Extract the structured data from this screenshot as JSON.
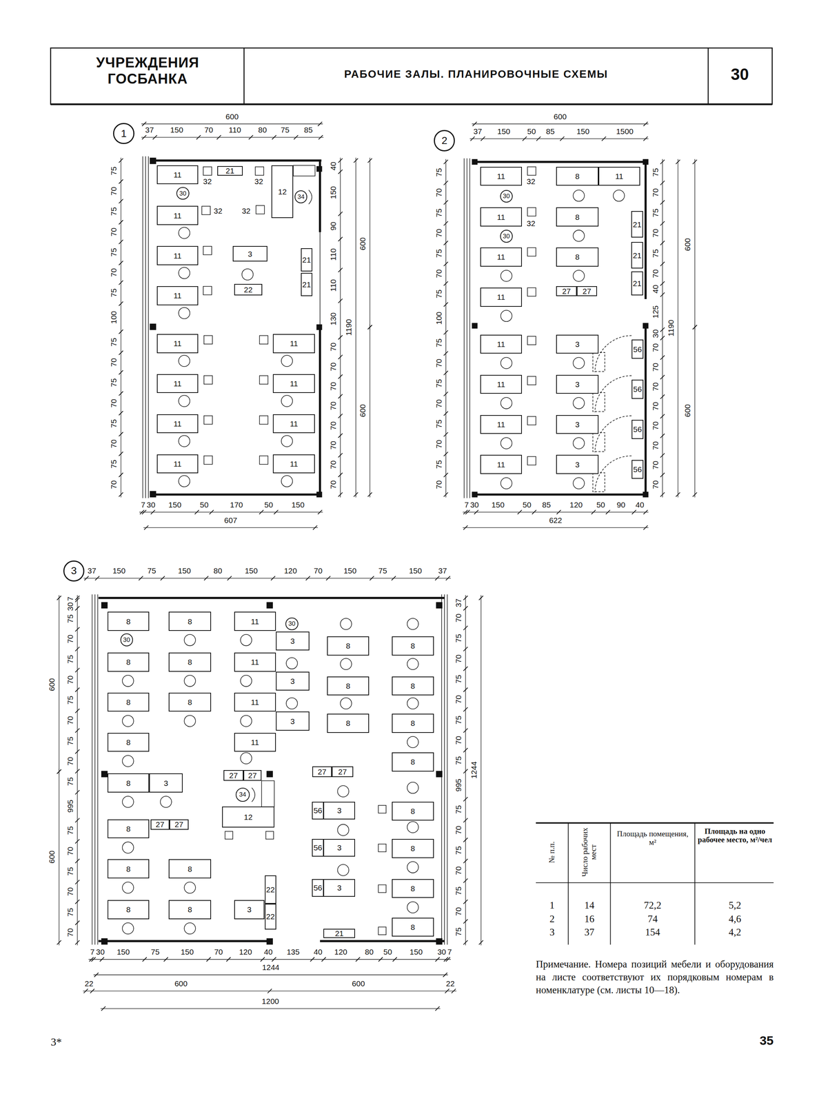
{
  "diagram": {
    "title": "РАБОЧИЕ ЗАЛЫ. ПЛАНИРОВОЧНЫЕ СХЕМЫ",
    "nodes": [
      {
        "text": [
          "1"
        ]
      },
      {
        "text": [
          "2"
        ]
      },
      {
        "text": [
          "3"
        ]
      },
      {
        "text": [
          "11"
        ]
      },
      {
        "text": [
          "21"
        ]
      },
      {
        "text": [
          "12"
        ]
      },
      {
        "text": [
          "30"
        ]
      },
      {
        "text": [
          "34"
        ]
      },
      {
        "text": [
          "11"
        ]
      },
      {
        "text": [
          "3"
        ]
      },
      {
        "text": [
          "21"
        ]
      },
      {
        "text": [
          "11"
        ]
      },
      {
        "text": [
          "21"
        ]
      },
      {
        "text": [
          "22"
        ]
      },
      {
        "text": [
          "11"
        ]
      },
      {
        "text": [
          "11"
        ]
      },
      {
        "text": [
          "11"
        ]
      },
      {
        "text": [
          "11"
        ]
      },
      {
        "text": [
          "11"
        ]
      },
      {
        "text": [
          "11"
        ]
      },
      {
        "text": [
          "11"
        ]
      },
      {
        "text": [
          "11"
        ]
      },
      {
        "text": [
          "11"
        ]
      },
      {
        "text": [
          "11"
        ]
      },
      {
        "text": [
          "8"
        ]
      },
      {
        "text": [
          "11"
        ]
      },
      {
        "text": [
          "30"
        ]
      },
      {
        "text": [
          "11"
        ]
      },
      {
        "text": [
          "8"
        ]
      },
      {
        "text": [
          "21"
        ]
      },
      {
        "text": [
          "30"
        ]
      },
      {
        "text": [
          "11"
        ]
      },
      {
        "text": [
          "8"
        ]
      },
      {
        "text": [
          "21"
        ]
      },
      {
        "text": [
          "11"
        ]
      },
      {
        "text": [
          "27"
        ]
      },
      {
        "text": [
          "27"
        ]
      },
      {
        "text": [
          "21"
        ]
      },
      {
        "text": [
          "11"
        ]
      },
      {
        "text": [
          "3"
        ]
      },
      {
        "text": [
          "56"
        ]
      },
      {
        "text": [
          "11"
        ]
      },
      {
        "text": [
          "3"
        ]
      },
      {
        "text": [
          "56"
        ]
      },
      {
        "text": [
          "11"
        ]
      },
      {
        "text": [
          "3"
        ]
      },
      {
        "text": [
          "56"
        ]
      },
      {
        "text": [
          "11"
        ]
      },
      {
        "text": [
          "3"
        ]
      },
      {
        "text": [
          "56"
        ]
      },
      {
        "text": [
          "8"
        ]
      },
      {
        "text": [
          "8"
        ]
      },
      {
        "text": [
          "11"
        ]
      },
      {
        "text": [
          "30"
        ]
      },
      {
        "text": [
          "30"
        ]
      },
      {
        "text": [
          "3"
        ]
      },
      {
        "text": [
          "8"
        ]
      },
      {
        "text": [
          "8"
        ]
      },
      {
        "text": [
          "8"
        ]
      },
      {
        "text": [
          "8"
        ]
      },
      {
        "text": [
          "11"
        ]
      },
      {
        "text": [
          "3"
        ]
      },
      {
        "text": [
          "8"
        ]
      },
      {
        "text": [
          "8"
        ]
      },
      {
        "text": [
          "8"
        ]
      },
      {
        "text": [
          "8"
        ]
      },
      {
        "text": [
          "11"
        ]
      },
      {
        "text": [
          "3"
        ]
      },
      {
        "text": [
          "8"
        ]
      },
      {
        "text": [
          "8"
        ]
      },
      {
        "text": [
          "8"
        ]
      },
      {
        "text": [
          "11"
        ]
      },
      {
        "text": [
          "8"
        ]
      },
      {
        "text": [
          "27"
        ]
      },
      {
        "text": [
          "27"
        ]
      },
      {
        "text": [
          "27"
        ]
      },
      {
        "text": [
          "27"
        ]
      },
      {
        "text": [
          "8"
        ]
      },
      {
        "text": [
          "3"
        ]
      },
      {
        "text": [
          "34"
        ]
      },
      {
        "text": [
          "56"
        ]
      },
      {
        "text": [
          "3"
        ]
      },
      {
        "text": [
          "8"
        ]
      },
      {
        "text": [
          "12"
        ]
      },
      {
        "text": [
          "8"
        ]
      },
      {
        "text": [
          "27"
        ]
      },
      {
        "text": [
          "27"
        ]
      },
      {
        "text": [
          "56"
        ]
      },
      {
        "text": [
          "3"
        ]
      },
      {
        "text": [
          "8"
        ]
      },
      {
        "text": [
          "8"
        ]
      },
      {
        "text": [
          "8"
        ]
      },
      {
        "text": [
          "22"
        ]
      },
      {
        "text": [
          "56"
        ]
      },
      {
        "text": [
          "3"
        ]
      },
      {
        "text": [
          "8"
        ]
      },
      {
        "text": [
          "8"
        ]
      },
      {
        "text": [
          "8"
        ]
      },
      {
        "text": [
          "3"
        ]
      },
      {
        "text": [
          "22"
        ]
      },
      {
        "text": [
          "21"
        ]
      },
      {
        "text": [
          "8"
        ]
      }
    ],
    "labels": [
      "УЧРЕЖДЕНИЯ ГОСБАНКА",
      "30",
      "32",
      "32",
      "32",
      "32",
      "600",
      "37",
      "150",
      "70",
      "110",
      "80",
      "75",
      "85",
      "75",
      "70",
      "75",
      "70",
      "75",
      "70",
      "75",
      "100",
      "75",
      "70",
      "75",
      "70",
      "75",
      "70",
      "75",
      "70",
      "40",
      "150",
      "90",
      "110",
      "110",
      "130",
      "70",
      "70",
      "70",
      "70",
      "70",
      "70",
      "70",
      "70",
      "600",
      "1190",
      "600",
      "7",
      "30",
      "150",
      "50",
      "170",
      "50",
      "150",
      "607",
      "32",
      "32",
      "600",
      "37",
      "150",
      "50",
      "85",
      "150",
      "1500",
      "75",
      "70",
      "75",
      "70",
      "75",
      "70",
      "75",
      "100",
      "75",
      "70",
      "75",
      "70",
      "75",
      "70",
      "75",
      "70",
      "75",
      "70",
      "75",
      "70",
      "75",
      "70",
      "40",
      "125",
      "30",
      "70",
      "70",
      "70",
      "70",
      "70",
      "70",
      "70",
      "70",
      "600",
      "1190",
      "600",
      "7",
      "30",
      "150",
      "50",
      "85",
      "120",
      "50",
      "90",
      "40",
      "622",
      "37",
      "150",
      "75",
      "150",
      "80",
      "150",
      "120",
      "70",
      "150",
      "75",
      "150",
      "37",
      "7",
      "30",
      "75",
      "70",
      "75",
      "70",
      "75",
      "70",
      "75",
      "70",
      "75",
      "995",
      "75",
      "70",
      "75",
      "70",
      "75",
      "70",
      "600",
      "600",
      "37",
      "70",
      "75",
      "70",
      "75",
      "70",
      "75",
      "70",
      "75",
      "995",
      "75",
      "70",
      "75",
      "70",
      "75",
      "70",
      "75",
      "1244",
      "7",
      "30",
      "150",
      "75",
      "150",
      "70",
      "120",
      "40",
      "135",
      "40",
      "120",
      "80",
      "50",
      "150",
      "30",
      "7",
      "1244",
      "22",
      "600",
      "600",
      "22",
      "1200",
      "№ п.п.",
      "Число рабочих мест",
      "Площадь помещения, м²",
      "Площадь на одно рабочее место, м²/чел",
      "1",
      "14",
      "72,2",
      "5,2",
      "2",
      "16",
      "74",
      "4,6",
      "3",
      "37",
      "154",
      "4,2",
      "Примечание. Номера позиций мебели и оборудования на листе соответствуют их порядковым номерам в номенклатуре (см. листы 10—18).",
      "3*",
      "35"
    ]
  }
}
